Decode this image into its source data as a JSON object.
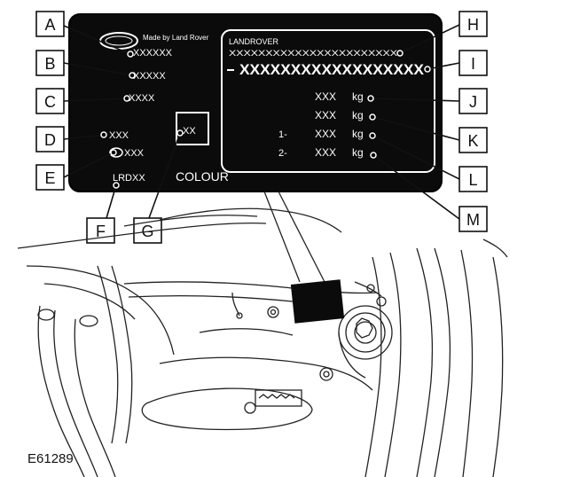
{
  "figure_id": "E61289",
  "plate": {
    "made_by": "Made by Land Rover",
    "brand": "LANDROVER",
    "field_a": "XXXXXX",
    "field_b": "XXXXX",
    "field_c": "XXXX",
    "field_d": "XXX",
    "field_e": "XXX",
    "field_f": "LRDXX",
    "field_g": "XX",
    "field_h": "XXXXXXXXXXXXXXXXXXXXXXX",
    "vin": "XXXXXXXXXXXXXXXXXX",
    "weights": [
      {
        "prefix": "",
        "value": "XXX",
        "unit": "kg"
      },
      {
        "prefix": "",
        "value": "XXX",
        "unit": "kg"
      },
      {
        "prefix": "1-",
        "value": "XXX",
        "unit": "kg"
      },
      {
        "prefix": "2-",
        "value": "XXX",
        "unit": "kg"
      }
    ],
    "colour_label": "COLOUR"
  },
  "callouts": {
    "A": "A",
    "B": "B",
    "C": "C",
    "D": "D",
    "E": "E",
    "F": "F",
    "G": "G",
    "H": "H",
    "I": "I",
    "J": "J",
    "K": "K",
    "L": "L",
    "M": "M"
  }
}
